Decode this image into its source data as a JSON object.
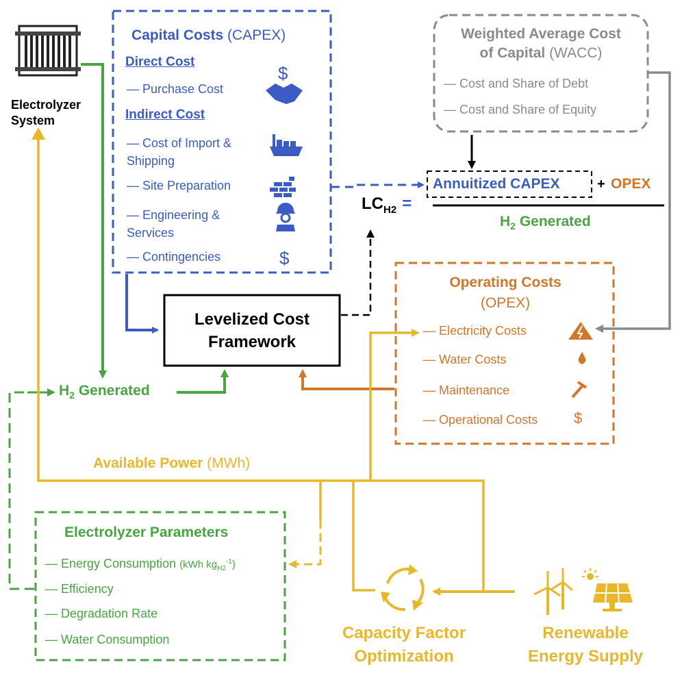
{
  "electrolyzer_system": {
    "label_line1": "Electrolyzer",
    "label_line2": "System"
  },
  "capex": {
    "title": "Capital Costs",
    "title_paren": "(CAPEX)",
    "direct_heading": "Direct Cost",
    "indirect_heading": "Indirect Cost",
    "items": [
      "— Purchase Cost",
      "— Cost of Import & Shipping",
      "— Site Preparation",
      "— Engineering & Services",
      "— Contingencies"
    ]
  },
  "wacc": {
    "title_line1": "Weighted Average Cost",
    "title_line2": "of Capital",
    "title_paren": "(WACC)",
    "items": [
      "— Cost and Share of Debt",
      "— Cost and Share of Equity"
    ]
  },
  "formula": {
    "lc": "LC",
    "lc_sub": "H2",
    "equals": "=",
    "numerator_capex": "Annuitized CAPEX",
    "plus": "+",
    "numerator_opex": "OPEX",
    "denominator_main": "H",
    "denominator_sub": "2",
    "denominator_rest": "Generated"
  },
  "framework": {
    "line1": "Levelized Cost",
    "line2": "Framework"
  },
  "opex": {
    "title": "Operating Costs",
    "title_paren": "(OPEX)",
    "items": [
      "— Electricity Costs",
      "— Water Costs",
      "— Maintenance",
      "— Operational Costs"
    ]
  },
  "h2_generated": {
    "main": "H",
    "sub": "2",
    "rest": "Generated"
  },
  "available_power": {
    "label": "Available Power",
    "unit": "(MWh)"
  },
  "electrolyzer_params": {
    "title": "Electrolyzer Parameters",
    "items": [
      "— Energy Consumption",
      "— Efficiency",
      "— Degradation Rate",
      "— Water Consumption"
    ],
    "energy_unit": "(kWh kg",
    "energy_unit_sub": "H2",
    "energy_unit_sup": "-1",
    "energy_unit_close": ")"
  },
  "capacity_factor": {
    "line1": "Capacity Factor",
    "line2": "Optimization"
  },
  "renewable": {
    "line1": "Renewable",
    "line2": "Energy Supply"
  },
  "colors": {
    "blue": "#3a5cc4",
    "orange": "#d2762a",
    "green": "#48a540",
    "gray": "#8a8a8a",
    "yellow": "#e8b82a"
  }
}
